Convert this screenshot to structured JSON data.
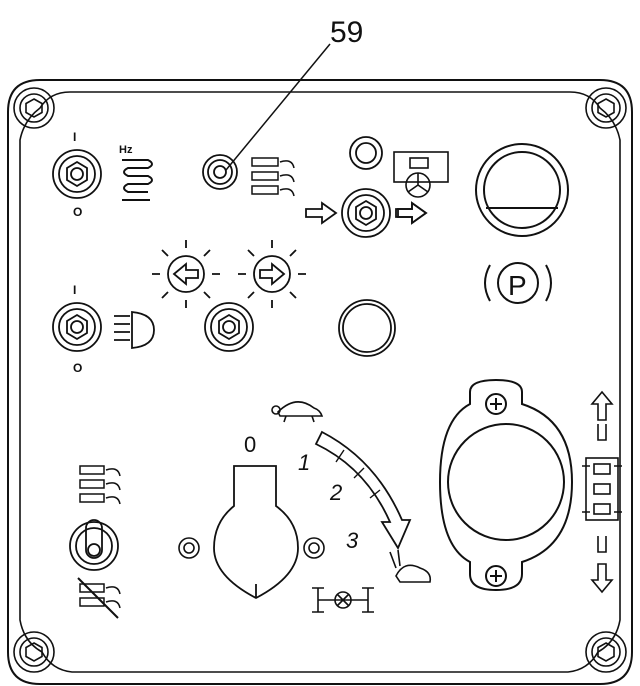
{
  "callout": {
    "number": "59"
  },
  "labels": {
    "on": "I",
    "off": "O",
    "hz": "Hz",
    "parking": "P"
  },
  "speed_dial": {
    "positions": [
      "0",
      "1",
      "2",
      "3"
    ]
  },
  "icons": {
    "callout_target": "indicator-lamp",
    "top_left_switch": "vibration-toggle-switch",
    "second_switch": "lights-toggle-switch",
    "left_arrow_lamp": "turn-left-indicator",
    "right_arrow_lamp": "turn-right-indicator",
    "hazard_switch": "hazard-switch",
    "steering_switch": "steering-selector-switch",
    "parking_lamp": "parking-brake-indicator",
    "speed_selector": "speed-rotary-knob",
    "raise_lower": "raise-lower-indicator",
    "sprinkler_switch": "sprinkler-toggle-switch"
  }
}
